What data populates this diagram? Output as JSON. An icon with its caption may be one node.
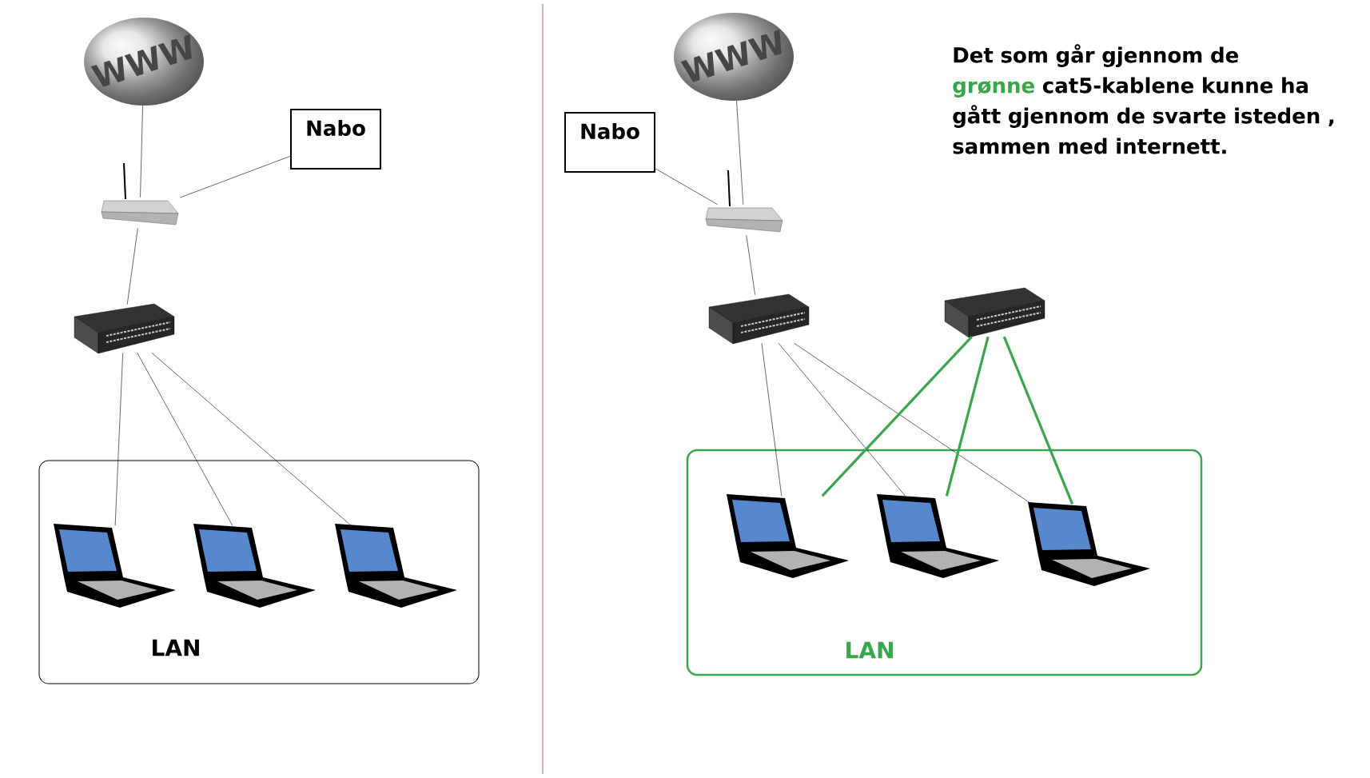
{
  "diagram": {
    "nodes": [
      {
        "text": [
          "WWW"
        ]
      },
      {
        "text": [
          "Nabo"
        ]
      },
      {
        "text": [],
        "shape": "picture"
      },
      {
        "text": [],
        "shape": "picture"
      },
      {
        "text": [
          "LAN"
        ]
      },
      {
        "text": [],
        "shape": "picture",
        "in": 4
      },
      {
        "text": [],
        "shape": "picture",
        "in": 4
      },
      {
        "text": [],
        "shape": "picture",
        "in": 4
      },
      {
        "text": [
          "WWW"
        ]
      },
      {
        "text": [
          "Nabo"
        ]
      },
      {
        "text": [],
        "shape": "picture"
      },
      {
        "text": [],
        "shape": "picture"
      },
      {
        "text": [],
        "shape": "picture"
      },
      {
        "text": [
          "LAN"
        ]
      },
      {
        "text": [],
        "shape": "picture",
        "in": 13
      },
      {
        "text": [],
        "shape": "picture",
        "in": 13
      },
      {
        "text": [],
        "shape": "picture",
        "in": 13
      }
    ],
    "edges": [
      {
        "from": 0,
        "to": 2,
        "arrow": "none"
      },
      {
        "from": 2,
        "to": 1,
        "arrow": "none"
      },
      {
        "from": 2,
        "to": 3,
        "arrow": "none"
      },
      {
        "from": 3,
        "to": 5,
        "arrow": "none"
      },
      {
        "from": 3,
        "to": 6,
        "arrow": "none"
      },
      {
        "from": 3,
        "to": 7,
        "arrow": "none"
      },
      {
        "from": 8,
        "to": 10,
        "arrow": "none"
      },
      {
        "from": 9,
        "to": 10,
        "arrow": "none"
      },
      {
        "from": 10,
        "to": 11,
        "arrow": "none"
      },
      {
        "from": 11,
        "to": 14,
        "arrow": "none"
      },
      {
        "from": 11,
        "to": 15,
        "arrow": "none"
      },
      {
        "from": 11,
        "to": 16,
        "arrow": "none"
      },
      {
        "from": 12,
        "to": 14,
        "arrow": "none",
        "style": "thick",
        "color": "#3aa64c"
      },
      {
        "from": 12,
        "to": 15,
        "arrow": "none",
        "style": "thick",
        "color": "#3aa64c"
      },
      {
        "from": 12,
        "to": 16,
        "arrow": "none",
        "style": "thick",
        "color": "#3aa64c"
      }
    ],
    "labels": [
      "Det som går gjennom de",
      "grønne",
      "cat5-kablene kunne ha gått gjennom de svarte isteden , sammen med internett."
    ]
  }
}
